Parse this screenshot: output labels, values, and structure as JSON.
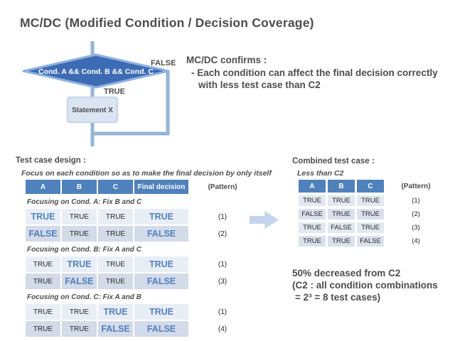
{
  "slide": {
    "title": "MC/DC  (Modified Condition / Decision Coverage)"
  },
  "flowchart": {
    "decision_label": "Cond. A && Cond. B && Cond. C",
    "true_label": "TRUE",
    "false_label": "FALSE",
    "statement_label": "Statement X"
  },
  "confirms": {
    "heading": "MC/DC confirms :",
    "line1": "- Each condition can affect the final decision correctly",
    "line2": "with less test case than C2"
  },
  "left_section": {
    "title": "Test case design :",
    "subtitle": "Focus on each condition so as to make the final decision by only itself",
    "headers": {
      "a": "A",
      "b": "B",
      "c": "C",
      "final": "Final decision",
      "pattern": "(Pattern)"
    },
    "groups": [
      {
        "label": "Focusing on Cond. A:  Fix B and C",
        "rows": [
          {
            "a": "TRUE",
            "b": "TRUE",
            "c": "TRUE",
            "final": "TRUE",
            "pattern": "(1)"
          },
          {
            "a": "FALSE",
            "b": "TRUE",
            "c": "TRUE",
            "final": "FALSE",
            "pattern": "(2)"
          }
        ]
      },
      {
        "label": "Focusing on Cond. B:  Fix A and C",
        "rows": [
          {
            "a": "TRUE",
            "b": "TRUE",
            "c": "TRUE",
            "final": "TRUE",
            "pattern": "(1)"
          },
          {
            "a": "TRUE",
            "b": "FALSE",
            "c": "TRUE",
            "final": "FALSE",
            "pattern": "(3)"
          }
        ]
      },
      {
        "label": "Focusing on Cond. C:  Fix A and B",
        "rows": [
          {
            "a": "TRUE",
            "b": "TRUE",
            "c": "TRUE",
            "final": "TRUE",
            "pattern": "(1)"
          },
          {
            "a": "TRUE",
            "b": "TRUE",
            "c": "FALSE",
            "final": "FALSE",
            "pattern": "(4)"
          }
        ]
      }
    ]
  },
  "right_section": {
    "title": "Combined test case :",
    "subtitle": "Less than C2",
    "headers": {
      "a": "A",
      "b": "B",
      "c": "C",
      "pattern": "(Pattern)"
    },
    "rows": [
      {
        "a": "TRUE",
        "b": "TRUE",
        "c": "TRUE",
        "pattern": "(1)"
      },
      {
        "a": "FALSE",
        "b": "TRUE",
        "c": "TRUE",
        "pattern": "(2)"
      },
      {
        "a": "TRUE",
        "b": "FALSE",
        "c": "TRUE",
        "pattern": "(3)"
      },
      {
        "a": "TRUE",
        "b": "TRUE",
        "c": "FALSE",
        "pattern": "(4)"
      }
    ],
    "note_line1": "50% decreased from C2",
    "note_line2": "(C2 : all condition  combinations",
    "note_line3": "= 2³ = 8 test cases)"
  },
  "colors": {
    "accent_blue": "#4f81bd",
    "diamond_fill": "#3d6cb4",
    "diamond_border": "#8db3e2",
    "connector": "#95b3d7",
    "statement_fill": "#dbe5f2",
    "band_light": "#e9eef6",
    "band_dark": "#d3dae9",
    "text_dark": "#4d4d4d"
  }
}
